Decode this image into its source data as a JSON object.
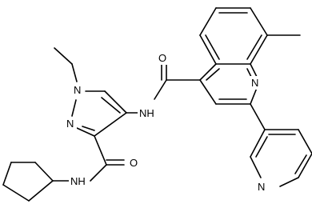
{
  "molecule": {
    "atom_labels": {
      "n_pyrazole_1": "N",
      "n_pyrazole_2": "N",
      "amide_nh_right": "NH",
      "amide_nh_left": "NH",
      "o_amide_top": "O",
      "o_amide_bottom": "O",
      "n_quinoline": "N",
      "n_pyridine": "N"
    }
  }
}
